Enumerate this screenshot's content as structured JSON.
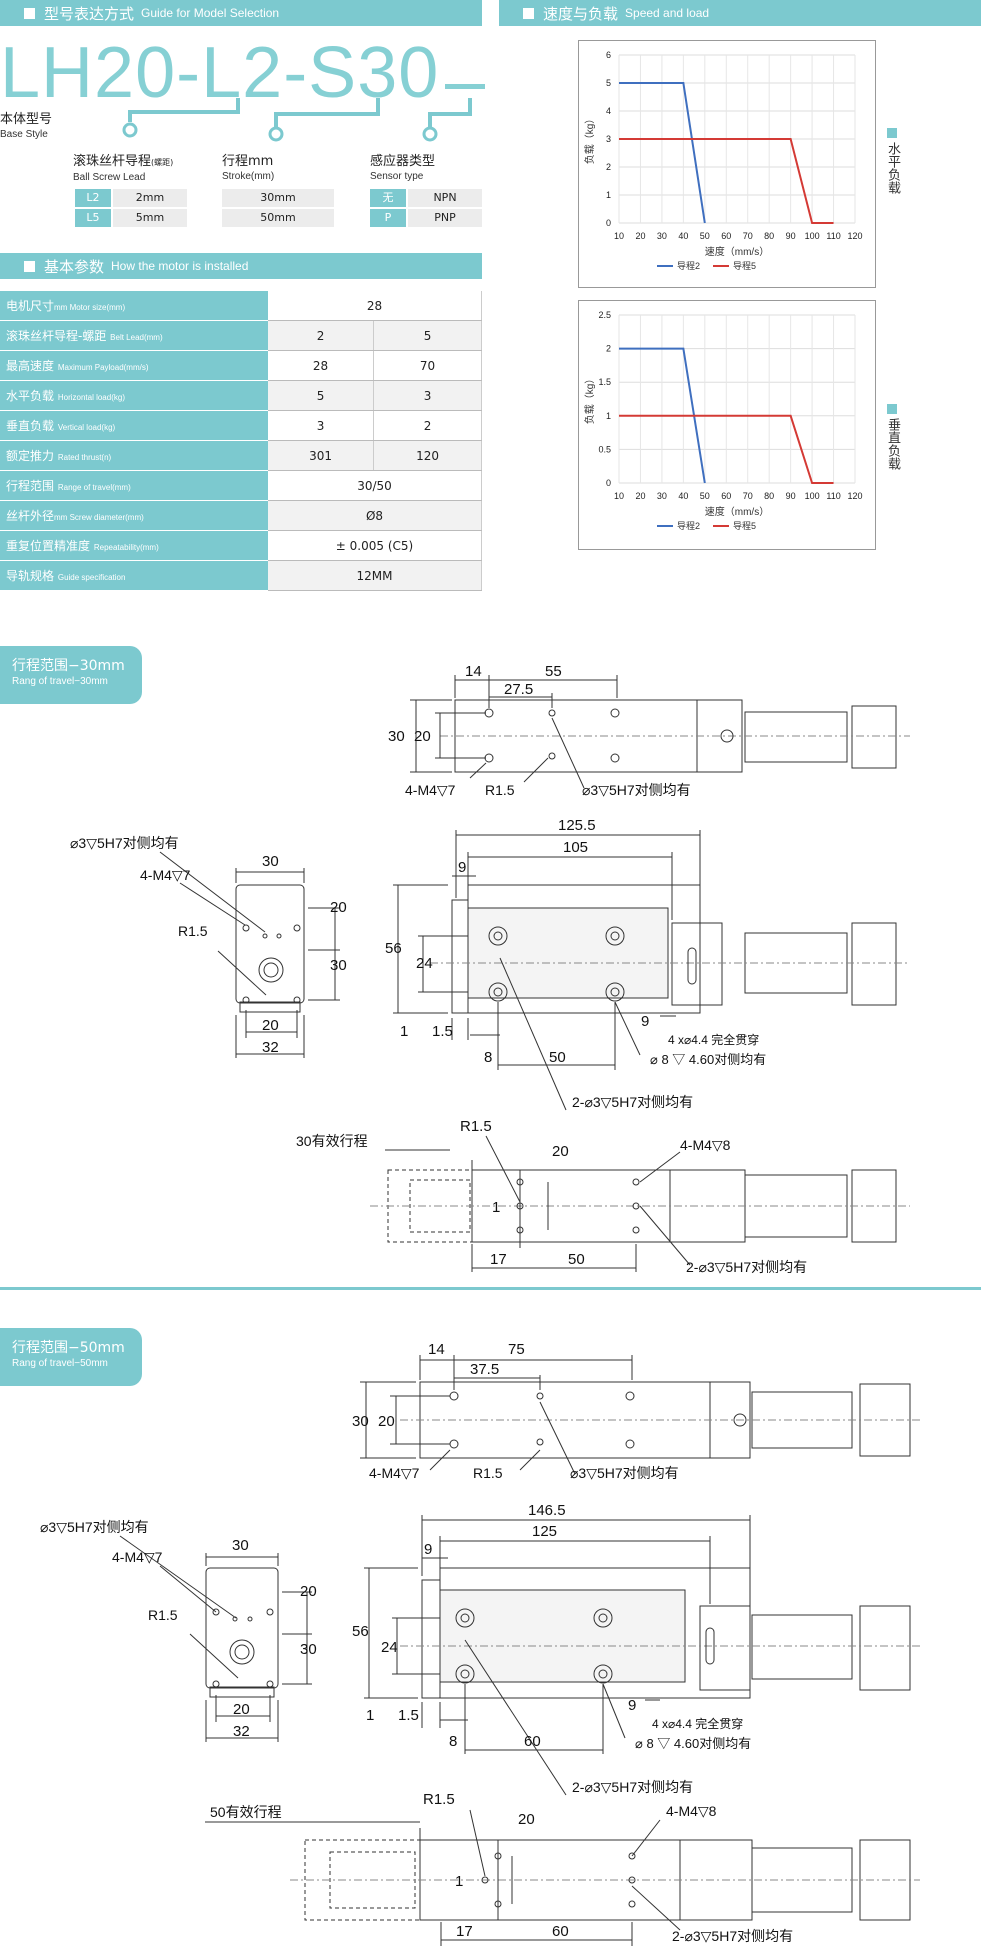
{
  "selection": {
    "header": "型号表达方式",
    "header_en": "Guide for Model Selection",
    "model_code": "LH20-L2-S30",
    "base_style": "本体型号",
    "base_style_en": "Base Style",
    "lead_label": "滚珠丝杆导程",
    "lead_label_small": "(螺距)",
    "lead_label_en": "Ball Screw Lead",
    "lead_options": [
      {
        "key": "L2",
        "value": "2mm"
      },
      {
        "key": "L5",
        "value": "5mm"
      }
    ],
    "stroke_label": "行程mm",
    "stroke_label_en": "Stroke(mm)",
    "stroke_options": [
      "30mm",
      "50mm"
    ],
    "sensor_label": "感应器类型",
    "sensor_label_en": "Sensor type",
    "sensor_options": [
      {
        "key": "无",
        "value": "NPN"
      },
      {
        "key": "P",
        "value": "PNP"
      }
    ]
  },
  "speed_load": {
    "header": "速度与负载",
    "header_en": "Speed and load",
    "horizontal_label": "水平负载",
    "vertical_label": "垂直负载"
  },
  "chart_data": [
    {
      "type": "line",
      "ylabel": "负载（kg）",
      "xlabel": "速度（mm/s）",
      "xticks": [
        10,
        20,
        30,
        40,
        50,
        60,
        70,
        80,
        90,
        100,
        110,
        120
      ],
      "yticks": [
        0,
        1,
        2,
        3,
        4,
        5,
        6
      ],
      "xlim": [
        10,
        120
      ],
      "ylim": [
        0,
        6
      ],
      "grid": true,
      "legend": "bottom",
      "series": [
        {
          "name": "导程2",
          "color": "#3f6fbf",
          "x": [
            10,
            40,
            50
          ],
          "y": [
            5,
            5,
            0
          ]
        },
        {
          "name": "导程5",
          "color": "#d43a35",
          "x": [
            10,
            90,
            100,
            110
          ],
          "y": [
            3,
            3,
            0,
            0
          ]
        }
      ]
    },
    {
      "type": "line",
      "ylabel": "负载（kg）",
      "xlabel": "速度（mm/s）",
      "xticks": [
        10,
        20,
        30,
        40,
        50,
        60,
        70,
        80,
        90,
        100,
        110,
        120
      ],
      "yticks": [
        0,
        0.5,
        1,
        1.5,
        2,
        2.5
      ],
      "xlim": [
        10,
        120
      ],
      "ylim": [
        0,
        2.5
      ],
      "grid": true,
      "legend": "bottom",
      "series": [
        {
          "name": "导程2",
          "color": "#3f6fbf",
          "x": [
            10,
            40,
            50
          ],
          "y": [
            2,
            2,
            0
          ]
        },
        {
          "name": "导程5",
          "color": "#d43a35",
          "x": [
            10,
            90,
            100,
            110
          ],
          "y": [
            1,
            1,
            0,
            0
          ]
        }
      ]
    }
  ],
  "params": {
    "header": "基本参数",
    "header_en": "How the motor is installed",
    "rows": [
      {
        "label": "电机尺寸",
        "label_en": "mm Motor size(mm)",
        "values": [
          "28"
        ]
      },
      {
        "label": "滚珠丝杆导程-螺距",
        "label_en": "Belt Lead(mm)",
        "values": [
          "2",
          "5"
        ]
      },
      {
        "label": "最高速度",
        "label_en": "Maximum Payload(mm/s)",
        "values": [
          "28",
          "70"
        ]
      },
      {
        "label": "水平负载",
        "label_en": "Horizontal load(kg)",
        "values": [
          "5",
          "3"
        ]
      },
      {
        "label": "垂直负载",
        "label_en": "Vertical load(kg)",
        "values": [
          "3",
          "2"
        ]
      },
      {
        "label": "额定推力",
        "label_en": "Rated thrust(n)",
        "values": [
          "301",
          "120"
        ]
      },
      {
        "label": "行程范围",
        "label_en": "Range of travel(mm)",
        "values": [
          "30/50"
        ]
      },
      {
        "label": "丝杆外径",
        "label_en": "mm Screw diameter(mm)",
        "values": [
          "Ø8"
        ]
      },
      {
        "label": "重复位置精准度",
        "label_en": "Repeatability(mm)",
        "values": [
          "± 0.005 (C5)"
        ]
      },
      {
        "label": "导轨规格",
        "label_en": "Guide specification",
        "values": [
          "12MM"
        ]
      }
    ]
  },
  "drawing30": {
    "badge": "行程范围−30mm",
    "badge_en": "Rang of travel−30mm",
    "top_dims": [
      "14",
      "55",
      "27.5",
      "30",
      "20"
    ],
    "top_notes": [
      "4-M4▽7",
      "R1.5",
      "⌀3▽5H7对侧均有"
    ],
    "end_dims": [
      "30",
      "20",
      "30",
      "20",
      "32"
    ],
    "end_notes": [
      "⌀3▽5H7对侧均有",
      "4-M4▽7",
      "R1.5"
    ],
    "side_dims": [
      "125.5",
      "105",
      "9",
      "56",
      "24",
      "1",
      "1.5",
      "8",
      "50",
      "9"
    ],
    "side_notes": [
      "4 x⌀4.4  完全贯穿",
      "⌀ 8 ▽ 4.60对侧均有",
      "2-⌀3▽5H7对侧均有"
    ],
    "ext_title": "30有效行程",
    "ext_dims": [
      "R1.5",
      "20",
      "1",
      "17",
      "50"
    ],
    "ext_notes": [
      "4-M4▽8",
      "2-⌀3▽5H7对侧均有"
    ]
  },
  "drawing50": {
    "badge": "行程范围−50mm",
    "badge_en": "Rang of travel−50mm",
    "top_dims": [
      "14",
      "75",
      "37.5",
      "30",
      "20"
    ],
    "top_notes": [
      "4-M4▽7",
      "R1.5",
      "⌀3▽5H7对侧均有"
    ],
    "end_dims": [
      "30",
      "20",
      "30",
      "20",
      "32"
    ],
    "end_notes": [
      "⌀3▽5H7对侧均有",
      "4-M4▽7",
      "R1.5"
    ],
    "side_dims": [
      "146.5",
      "125",
      "9",
      "56",
      "24",
      "1",
      "1.5",
      "8",
      "60",
      "9"
    ],
    "side_notes": [
      "4 x⌀4.4  完全贯穿",
      "⌀ 8 ▽ 4.60对侧均有",
      "2-⌀3▽5H7对侧均有"
    ],
    "ext_title": "50有效行程",
    "ext_dims": [
      "R1.5",
      "20",
      "1",
      "17",
      "60"
    ],
    "ext_notes": [
      "4-M4▽8",
      "2-⌀3▽5H7对侧均有"
    ]
  }
}
